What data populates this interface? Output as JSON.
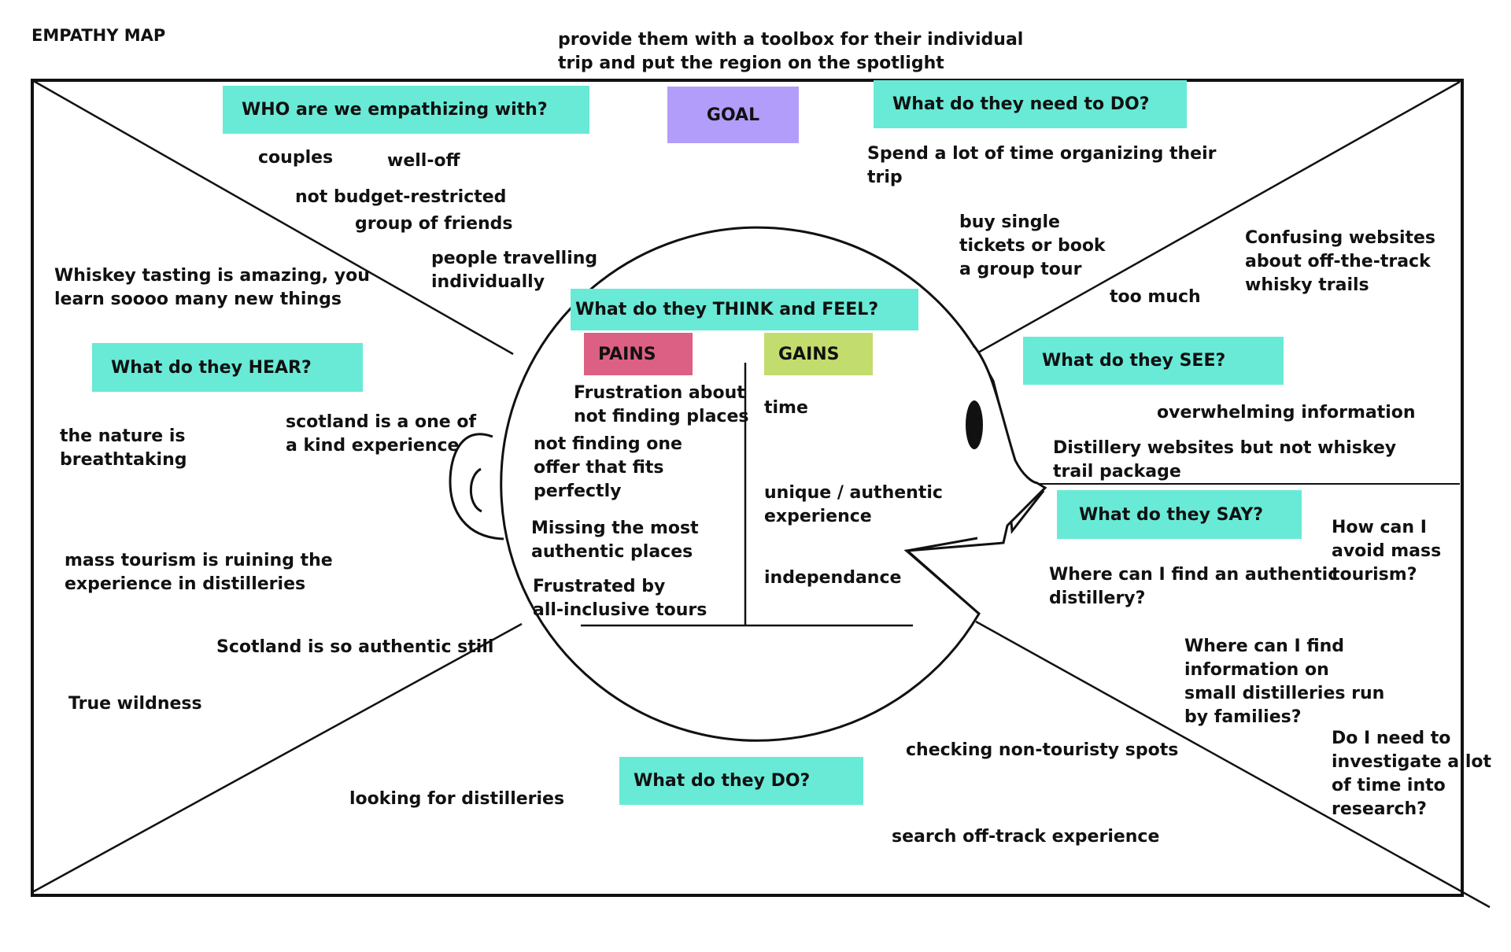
{
  "title": "EMPATHY MAP",
  "colors": {
    "teal": "#68ead6",
    "purple": "#b39dfb",
    "pink": "#dc6083",
    "green": "#c3dc6e",
    "line": "#111111"
  },
  "goal": {
    "text": "provide them with a toolbox for their individual\ntrip and put the region on the spotlight",
    "label": "GOAL"
  },
  "who": {
    "heading": "WHO are we empathizing with?",
    "items": [
      "couples",
      "well-off",
      "not  budget-restricted",
      "group of friends",
      "people travelling\nindividually"
    ]
  },
  "need_to_do": {
    "heading": "What do they need to DO?",
    "items": [
      "Spend a lot of time organizing their\ntrip",
      "buy single\ntickets or book\na group tour"
    ]
  },
  "hear": {
    "heading": "What do they HEAR?",
    "items": [
      "Whiskey tasting is amazing, you\nlearn soooo many new things",
      "the nature is\nbreathtaking",
      "scotland is a one  of\na kind experience",
      "mass tourism is ruining the\nexperience in distilleries",
      "Scotland is so authentic still",
      "True wildness"
    ]
  },
  "see": {
    "heading": "What do they SEE?",
    "items": [
      "too much",
      "Confusing websites\nabout off-the-track\nwhisky trails",
      "overwhelming information",
      "Distillery websites but not whiskey\ntrail package"
    ]
  },
  "think_feel": {
    "heading": "What do they THINK and FEEL?",
    "pains_label": "PAINS",
    "gains_label": "GAINS",
    "pains": [
      "Frustration about\nnot finding places",
      "not finding one\noffer that fits\nperfectly",
      "Missing the most\nauthentic places",
      "Frustrated by\nall-inclusive tours"
    ],
    "gains": [
      "time",
      "unique / authentic\nexperience",
      "independance"
    ]
  },
  "say": {
    "heading": "What do they SAY?",
    "items": [
      "How can I\navoid mass\ntourism?",
      "Where can I find an authentic\ndistillery?",
      "Where can I find\ninformation on\nsmall distilleries run\nby families?",
      "Do I need to\ninvestigate a lot\nof time into\nresearch?"
    ]
  },
  "do": {
    "heading": "What do they DO?",
    "items": [
      "checking non-touristy spots",
      "looking for distilleries",
      "search off-track experience"
    ]
  }
}
